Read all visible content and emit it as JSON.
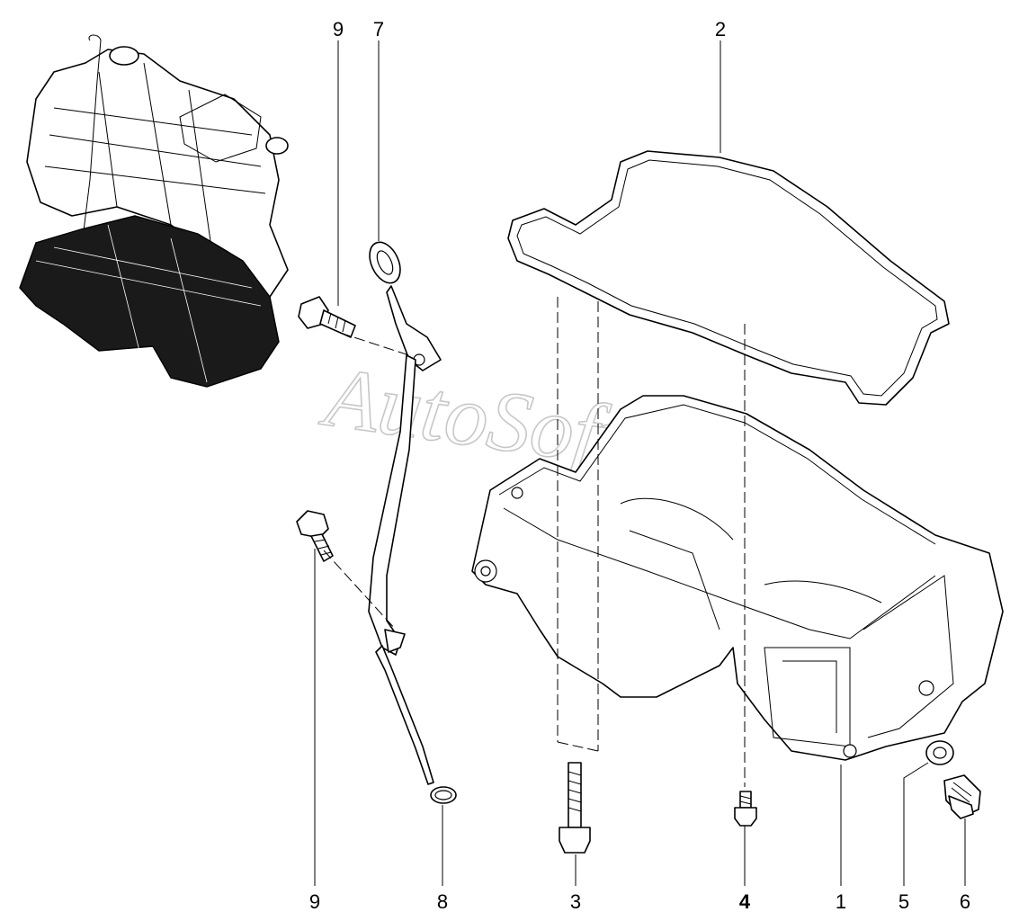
{
  "watermark": "AutoSoft",
  "callouts": {
    "c9_top": "9",
    "c7": "7",
    "c2": "2",
    "c9_bottom": "9",
    "c8": "8",
    "c3": "3",
    "c4": "4",
    "c1": "1",
    "c5": "5",
    "c6": "6"
  }
}
